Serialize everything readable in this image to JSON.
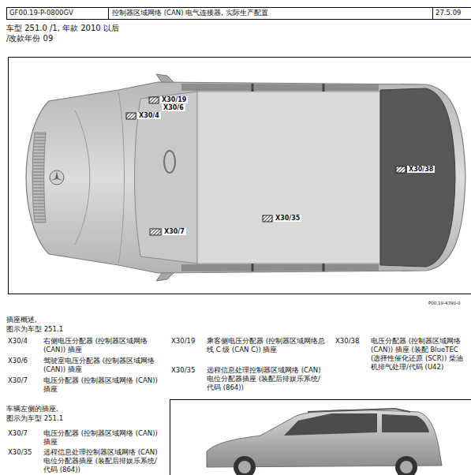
{
  "diagram": {
    "title": "控制器区域网络 (CAN) 电气连接器, 实际生产配置",
    "labels": [
      "GF00.19-P-0800GV",
      "27.5.09",
      "车型 251.0 /1, 年款 2010 以后",
      "/改款年份 09",
      "X30/19",
      "X30/6",
      "X30/4",
      "X30/38",
      "X30/35",
      "X30/7",
      "P00.19-4390-0",
      "插座概述,",
      "图示为车型 251.1",
      "X30/4",
      "右侧电压分配器 (控制器区域网络 (CAN)) 插座",
      "X30/6",
      "驾驶室电压分配器 (控制器区域网络 (CAN)) 插座",
      "X30/7",
      "电压分配器 (控制器区域网络 (CAN)) 插座",
      "X30/19",
      "乘客侧电压分配器 (控制器区域网络总线 C 级 (CAN C)) 插座",
      "X30/35",
      "远程信息处理控制器区域网络 (CAN) 电位分配器插座 (装配后排娱乐系统/代码 (864))",
      "X30/38",
      "电压分配器 (控制器区域网络 (CAN)) 插座 (装配 BlueTEC (选择性催化还原 (SCR)) 柴油机排气处理/代码 (U42)",
      "车辆左侧的插座,",
      "图示为车型 251.1",
      "X30/7",
      "电压分配器 (控制器区域网络 (CAN)) 插座",
      "X30/35",
      "远程信息处理控制器区域网络 (CAN) 电位分配器插座 (装配后排娱乐系统/代码 (864))"
    ]
  }
}
